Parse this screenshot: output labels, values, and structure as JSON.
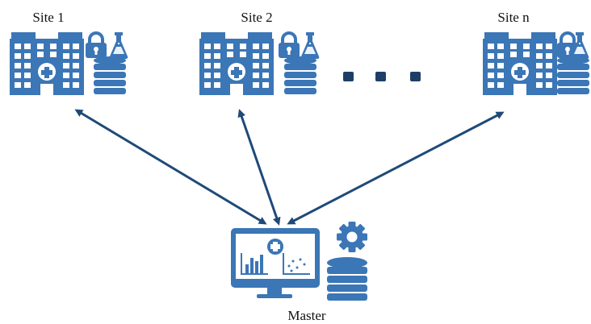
{
  "labels": {
    "site1": "Site 1",
    "site2": "Site 2",
    "siten": "Site n",
    "master": "Master"
  },
  "colors": {
    "primary": "#3b76b6",
    "arrow": "#1f4a78",
    "ellipsis": "#1d3f66",
    "white": "#ffffff"
  },
  "icons": {
    "site": [
      "hospital-building-icon",
      "padlock-icon",
      "flask-icon",
      "database-icon"
    ],
    "master": [
      "monitor-icon",
      "gear-icon",
      "database-icon"
    ]
  }
}
